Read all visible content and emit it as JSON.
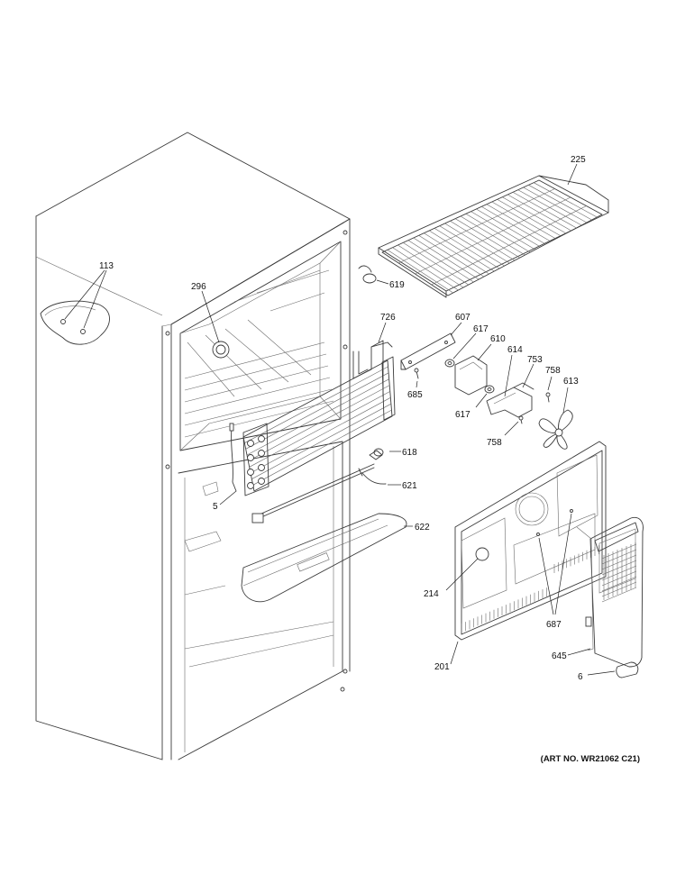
{
  "diagram": {
    "art_no": "(ART NO. WR21062 C21)",
    "callouts": {
      "c113": "113",
      "c296": "296",
      "c225": "225",
      "c619": "619",
      "c726": "726",
      "c607": "607",
      "c617a": "617",
      "c610": "610",
      "c614": "614",
      "c753": "753",
      "c758a": "758",
      "c613": "613",
      "c685": "685",
      "c617b": "617",
      "c758b": "758",
      "c618": "618",
      "c5": "5",
      "c621": "621",
      "c622": "622",
      "c214": "214",
      "c687": "687",
      "c201": "201",
      "c645": "645",
      "c6": "6"
    }
  }
}
